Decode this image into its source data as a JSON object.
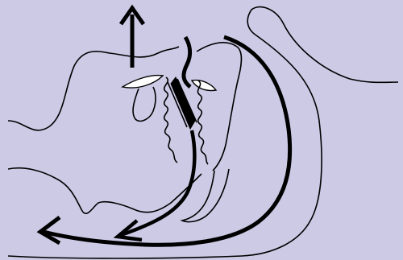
{
  "diagram": {
    "background_color": "#cdcae6",
    "line_color": "#000000",
    "highlight_color": "#ffffff",
    "arrows": [
      {
        "name": "upward-arrow",
        "direction": "up"
      },
      {
        "name": "left-curved-arrow",
        "direction": "left"
      },
      {
        "name": "lower-curved-arrow",
        "direction": "down-left"
      }
    ]
  }
}
